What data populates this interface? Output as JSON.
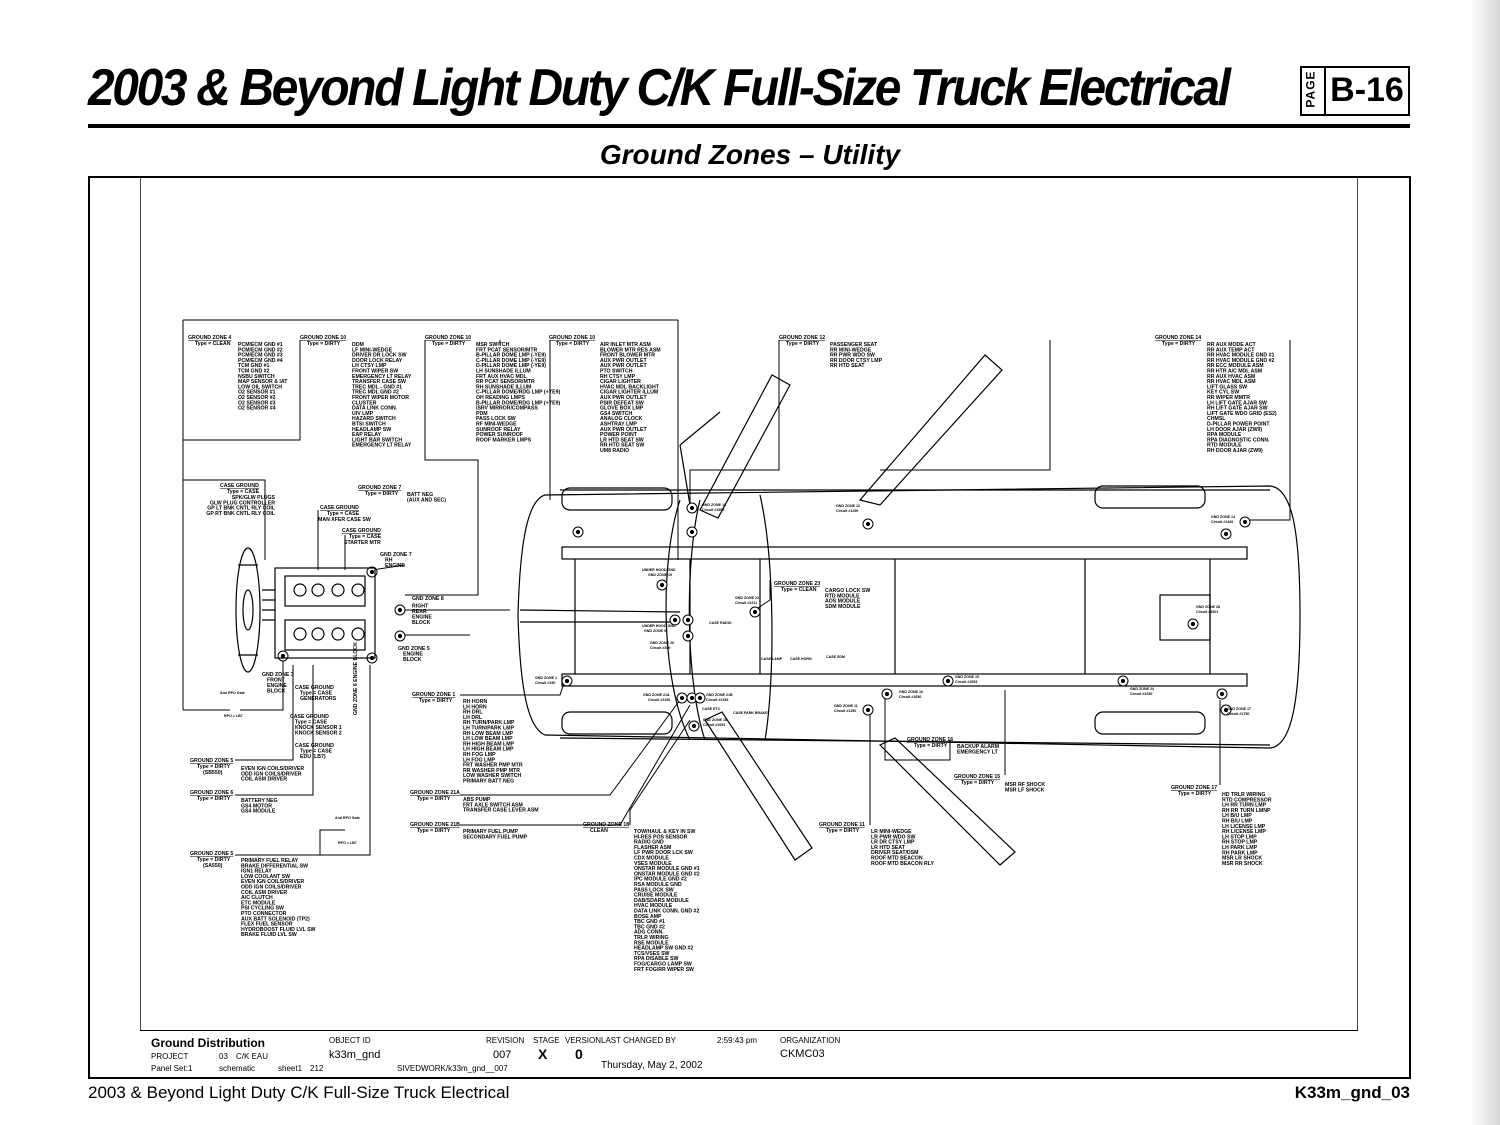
{
  "header": {
    "title": "2003 & Beyond Light Duty C/K Full-Size Truck Electrical",
    "page_label": "PAGE",
    "page_number": "B-16"
  },
  "subtitle": "Ground Zones – Utility",
  "zones": [
    {
      "id": "gz4",
      "title": "GROUND ZONE 4",
      "type": "Type = CLEAN",
      "items": [
        "PCM/ECM GND #1",
        "PCM/ECM GND #2",
        "PCM/ECM GND #3",
        "PCM/ECM GND #4",
        "TCM GND #1",
        "TCM GND #2",
        "NSBU SWITCH",
        "MAP SENSOR & IAT",
        "LOW OIL SWITCH",
        "O2 SENSOR #1",
        "O2 SENSOR #2",
        "O2 SENSOR #3",
        "O2 SENSOR #4"
      ]
    },
    {
      "id": "gz10a",
      "title": "GROUND ZONE 10",
      "type": "Type = DIRTY",
      "items": [
        "DDM",
        "LF MINI-WEDGE",
        "DRIVER DR LOCK SW",
        "DOOR LOCK RELAY",
        "LH CTSY LMP",
        "FRONT WIPER SW",
        "EMERGENCY LT RELAY",
        "TRANSFER CASE SW",
        "TREC MDL - GND #1",
        "TREC MDL GND #2",
        "FRONT WIPER MOTOR",
        "CLUSTER",
        "DATA LINK CONN.",
        "UIV LMP",
        "HAZARD SWITCH",
        "BTSI SWITCH",
        "HEADLAMP SW",
        "EAP RELAY",
        "LIGHT BAR SWITCH",
        "EMERGENCY LT RELAY"
      ]
    },
    {
      "id": "gz10b",
      "title": "GROUND ZONE 10",
      "type": "Type = DIRTY",
      "items": [
        "MSR SWITCH",
        "FRT PCAT SENSOR/MTR",
        "B-PILLAR DOME LMP (-YE9)",
        "C-PILLAR DOME LMP (-YE9)",
        "D-PILLAR DOME LMP (-YE9)",
        "LH SUNSHADE ILLUM",
        "FRT AUX HVAC MDL",
        "RR PCAT SENSOR/MTR",
        "RH SUNSHADE ILLUM",
        "C-PILLAR DOME/RDG LMP (+YE9)",
        "OH READING LMPS",
        "B-PILLAR DOME/RDG LMP (+YE9)",
        "ISRV MIRROR/COMPASS",
        "PDM",
        "PASS LOCK SW",
        "RF MINI-WEDGE",
        "SUNROOF RELAY",
        "POWER SUNROOF",
        "ROOF MARKER LMPS"
      ]
    },
    {
      "id": "gz10c",
      "title": "GROUND ZONE 10",
      "type": "Type = DIRTY",
      "items": [
        "AIR INLET MTR ASM",
        "BLOWER MTR RES ASM",
        "FRONT BLOWER MTR",
        "AUX PWR OUTLET",
        "AUX PWR OUTLET",
        "PTO SWITCH",
        "RH CTSY LMP",
        "CIGAR LIGHTER",
        "HVAC MDL BACKLIGHT",
        "CIGAR LIGHTER ILLUM",
        "AUX PWR OUTLET",
        "PSIR DEFEAT SW",
        "GLOVE BOX LMP",
        "GS4 SWITCH",
        "ANALOG CLOCK",
        "ASHTRAY LMP",
        "AUX PWR OUTLET",
        "POWER POINT",
        "LR HTD SEAT SW",
        "RR HTD SEAT SW",
        "UM8 RADIO"
      ]
    },
    {
      "id": "gz12",
      "title": "GROUND ZONE 12",
      "type": "Type = DIRTY",
      "items": [
        "PASSENGER SEAT",
        "RR MINI-WEDGE",
        "RR PWR WDO SW",
        "RR DOOR CTSY LMP",
        "RR HTD SEAT"
      ]
    },
    {
      "id": "gz14",
      "title": "GROUND ZONE 14",
      "type": "Type = DIRTY",
      "items": [
        "RR AUX MODE ACT",
        "RR AUX TEMP ACT",
        "RR HVAC MODULE GND #1",
        "RR HVAC MODULE GND #2",
        "RR ECC MODULE ASM",
        "RR HTR A/C MDL ASM",
        "RR AUX HVAC ASM",
        "RR HVAC MDL ASM",
        "LIFT GLASS SW",
        "KEY CYL SW",
        "RR WIPER MMTR",
        "LH LIFT GATE AJAR SW",
        "RH LIFT GATE AJAR SW",
        "LIFT GATE WDO GRID (ES2)",
        "CHMSL",
        "D-PILLAR POWER POINT",
        "LH DOOR AJAR (ZW9)",
        "RPA MODULE",
        "RPA DIAGNOSTIC CONN.",
        "RTD MODULE",
        "RH DOOR AJAR (ZW9)"
      ]
    },
    {
      "id": "case1",
      "title": "CASE GROUND",
      "type": "Type = CASE",
      "items": [
        "SPK/GLW PLUGS",
        "GLW PLUG CONTROLLER",
        "GP LT BNK CNTL RLY COIL",
        "GP RT BNK CNTL RLY COIL"
      ]
    },
    {
      "id": "case2",
      "title": "CASE GROUND",
      "type": "Type = CASE",
      "items": [
        "MAN XFER CASE SW"
      ]
    },
    {
      "id": "case3",
      "title": "CASE GROUND",
      "type": "Type = CASE",
      "items": [
        "STARTER MTR"
      ]
    },
    {
      "id": "gz7",
      "title": "GROUND ZONE 7",
      "type": "Type = DIRTY",
      "items": [
        "BATT NEG",
        "(AUX AND SEC)"
      ]
    },
    {
      "id": "gz5",
      "title": "GROUND ZONE 5",
      "type": "Type = DIRTY",
      "items": [
        "EVEN IGN COILS/DRIVER",
        "ODD IGN COILS/DRIVER",
        "COIL ASM DRIVER"
      ],
      "note": "(SB550)"
    },
    {
      "id": "gz6",
      "title": "GROUND ZONE 6",
      "type": "Type = DIRTY",
      "items": [
        "BATTERY NEG",
        "GS4 MOTOR",
        "GS4 MODULE"
      ]
    },
    {
      "id": "gz5b",
      "title": "GROUND ZONE 5",
      "type": "Type = DIRTY",
      "items": [
        "PRIMARY FUEL RELAY",
        "BRAKE DIFFERENTIAL SW",
        "IGN1 RELAY",
        "LOW COOLANT SW",
        "EVEN IGN COILS/DRIVER",
        "ODD IGN COILS/DRIVER",
        "COIL ASM DRIVER",
        "A/C CLUTCH",
        "ETC MODULE",
        "PSI CYCLING SW",
        "PTO CONNECTOR",
        "AUX BATT SOLENOID (TP2)",
        "FLEX FUEL SENSOR",
        "HYDROBOOST FLUID LVL SW",
        "BRAKE FLUID LVL SW"
      ],
      "note": "(SA550)"
    },
    {
      "id": "gz1",
      "title": "GROUND ZONE 1",
      "type": "Type = DIRTY",
      "items": [
        "RH HORN",
        "LH HORN",
        "RH DRL",
        "LH DRL",
        "RH TURN/PARK LMP",
        "LH TURN/PARK LMP",
        "RH LOW BEAM LMP",
        "LH LOW BEAM LMP",
        "RH HIGH BEAM LMP",
        "LH HIGH BEAM LMP",
        "RH FOG LMP",
        "LH FOG LMP",
        "FRT WASHER PMP MTR",
        "RR WASHER PMP MTR",
        "LOW WASHER SWITCH",
        "PRIMARY BATT NEG"
      ]
    },
    {
      "id": "gz21a",
      "title": "GROUND ZONE 21A",
      "type": "Type = DIRTY",
      "items": [
        "ABS PUMP",
        "FRT AXLE SWITCH ASM",
        "TRANSFER CASE LEVER ASM"
      ]
    },
    {
      "id": "gz21b",
      "title": "GROUND ZONE 21B",
      "type": "Type = DIRTY",
      "items": [
        "PRIMARY FUEL PUMP",
        "SECONDARY FUEL PUMP"
      ]
    },
    {
      "id": "gz18",
      "title": "GROUND ZONE 18",
      "type": "CLEAN",
      "items": [
        "TOW/HAUL & KEY IN SW",
        "HI-RES POS SENSOR",
        "RADIO GND",
        "FLASHER ASM",
        "LF PWR DOOR LCK SW",
        "CDX MODULE",
        "VSES MODULE",
        "ONSTAR MODULE GND #1",
        "ONSTAR MODULE GND #2",
        "IPC MODULE GND #2",
        "RSA MODULE GND",
        "PASS LOCK SW",
        "CRUISE MODULE",
        "DAB/SDARS MODULE",
        "HVAC MODULE",
        "DATA LINK CONN. GND #2",
        "BOSE AMP",
        "TBC GND #1",
        "TBC GND #2",
        "ADG CONN.",
        "TRLR WIRING",
        "RSE MODULE",
        "HEADLAMP SW GND #2",
        "TCS/VSES SW",
        "RPA DISABLE SW",
        "FOG/CARGO LAMP SW",
        "FRT FOG/RR WIPER SW"
      ]
    },
    {
      "id": "gz11",
      "title": "GROUND ZONE 11",
      "type": "Type = DIRTY",
      "items": [
        "LR MINI-WEDGE",
        "LR PWR WDO SW",
        "LR DR CTSY LMP",
        "LR HTD SEAT",
        "DRIVER SEAT/DSM",
        "ROOF MTD BEACON",
        "ROOF MTD BEACON RLY"
      ]
    },
    {
      "id": "gz15",
      "title": "GROUND ZONE 15",
      "type": "Type = DIRTY",
      "items": [
        "MSR RF SHOCK",
        "MSR LF SHOCK"
      ]
    },
    {
      "id": "gz16",
      "title": "GROUND ZONE 16",
      "type": "Type = DIRTY",
      "items": [
        "BACKUP ALARM",
        "EMERGENCY LT"
      ]
    },
    {
      "id": "gz17",
      "title": "GROUND ZONE 17",
      "type": "Type = DIRTY",
      "items": [
        "HD TRLR WIRING",
        "RTD COMPRESSOR",
        "LH RR TURN LMP",
        "RH RR TURN LMNP",
        "LH B/U LMP",
        "RH B/U LMP",
        "LH LICENSE LMP",
        "RH LICENSE LMP",
        "LH STOP LMP",
        "RH STOP LMP",
        "LH PARK LMP",
        "RH PARK LMP",
        "MSR LR SHOCK",
        "MSR RR SHOCK"
      ]
    },
    {
      "id": "gz23",
      "title": "GROUND ZONE 23",
      "type": "Type = CLEAN",
      "items": [
        "CARGO LOCK SW",
        "RTD MODULE",
        "AOS MODULE",
        "SDM MODULE"
      ]
    }
  ],
  "engine_labels": [
    {
      "id": "e1",
      "lines": [
        "GND ZONE 7",
        "RH",
        "ENGINE"
      ]
    },
    {
      "id": "e2",
      "lines": [
        "GND ZONE 8",
        "RIGHT",
        "REAR",
        "ENGINE",
        "BLOCK"
      ]
    },
    {
      "id": "e3",
      "lines": [
        "GND ZONE 5",
        "ENGINE",
        "BLOCK"
      ]
    },
    {
      "id": "e4",
      "lines": [
        "GND ZONE 3",
        "FRONT",
        "ENGINE",
        "BLOCK"
      ]
    },
    {
      "id": "e5",
      "lines": [
        "CASE GROUND",
        "Type = CASE",
        "GENERATORS"
      ]
    },
    {
      "id": "e6",
      "lines": [
        "CASE GROUND",
        "Type = CASE",
        "KNOCK SENSOR 1",
        "KNOCK SENSOR 2"
      ]
    },
    {
      "id": "e7",
      "lines": [
        "CASE GROUND",
        "Type = CASE",
        "EDU (LB7)"
      ]
    }
  ],
  "vertical_label": "GND ZONE 6 ENGINE BLOCK",
  "small_labels": {
    "amd_rpo_1": "And RPO Gate",
    "rpo_1": "RPO = LB7",
    "amd_rpo_2": "And RPO Gate",
    "rpo_2": "RPO = LB7",
    "under_hood_1": "UNDER HOOD GND",
    "under_hood_1b": "GND ZONE 19",
    "under_hood_2": "UNDER HOOD GND",
    "under_hood_2b": "GND ZONE 9",
    "gz20": "GND ZONE 20",
    "gz20c": "Circuit #350",
    "gz13": "GND ZONE 13",
    "gz13c": "Circuit #1550",
    "gz12s": "GND ZONE 12",
    "gz12c": "Circuit #1290",
    "gz14s": "GND ZONE 14",
    "gz14c": "Circuit #1460",
    "gz22": "GND ZONE 22",
    "gz22c": "Circuit #2211",
    "gz28": "GND ZONE 28",
    "gz28c": "Circuit #3001",
    "gz1s": "GND ZONE 1",
    "gz1c": "Circuit #150",
    "gz21as": "GND ZONE 21A",
    "gz21ac": "Circuit #2150",
    "gz21bs": "GND ZONE 21B",
    "gz21bc": "Circuit #2153",
    "gz18s": "GND ZONE 18",
    "gz18c": "Circuit #1651",
    "gz11s": "GND ZONE 11",
    "gz11c": "Circuit #1150",
    "gz16s": "GND ZONE 16",
    "gz16c": "Circuit #1650",
    "gz15s": "GND ZONE 15",
    "gz15c": "Circuit #1553",
    "gz24": "GND ZONE 24",
    "gz24c": "Circuit #2250",
    "gz17s": "GND ZONE 17",
    "gz17c": "Circuit #1750",
    "case_radio": "CASE RADIO",
    "case_etc": "CASE ETC",
    "case_park": "CASE PARK BRAKE",
    "case_lamp": "CASE LAMP",
    "case_horn": "CASE HORN",
    "case_sdm": "CASE SDM"
  },
  "title_block": {
    "name": "Ground Distribution",
    "object_id_label": "OBJECT ID",
    "object_id": "k33m_gnd",
    "revision_label": "REVISION",
    "revision": "007",
    "stage_label": "STAGE",
    "stage": "X",
    "version_label": "VERSION",
    "version": "0",
    "last_changed_label": "LAST CHANGED BY",
    "time": "2:59:43 pm",
    "date": "Thursday, May 2, 2002",
    "org_label": "ORGANIZATION",
    "org": "CKMC03",
    "project_label": "PROJECT",
    "project_num": "03",
    "project": "C/K EAU",
    "panel_label": "Panel Set:",
    "panel": "1",
    "schematic": "schematic",
    "sheet": "sheet1",
    "sheet_num": "212",
    "path": "SIVEDWORK/k33m_gnd__007"
  },
  "footer": {
    "left": "2003 & Beyond Light Duty C/K Full-Size Truck Electrical",
    "right": "K33m_gnd_03"
  }
}
